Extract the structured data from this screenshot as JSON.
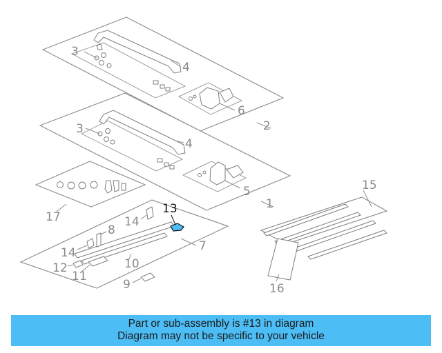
{
  "diagram": {
    "highlight_color": "#4dbdf5",
    "callouts": {
      "c3a": "3",
      "c4a": "4",
      "c6": "6",
      "c2": "2",
      "c3b": "3",
      "c4b": "4",
      "c5": "5",
      "c1": "1",
      "c17": "17",
      "c13": "13",
      "c14a": "14",
      "c8": "8",
      "c14b": "14",
      "c12": "12",
      "c11": "11",
      "c10": "10",
      "c9": "9",
      "c7": "7",
      "c15": "15",
      "c16": "16"
    }
  },
  "banner": {
    "color": "#4dbdf5",
    "line1": "Part or sub-assembly is #13 in diagram",
    "line2": "Diagram may not be specific to your vehicle"
  }
}
